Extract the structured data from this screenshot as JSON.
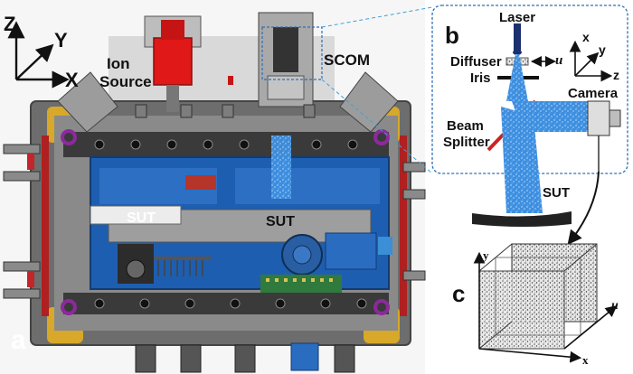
{
  "panels": {
    "a": "a",
    "b": "b",
    "c": "c"
  },
  "axes_a": {
    "z": "Z",
    "y": "Y",
    "x": "X"
  },
  "labels_a": {
    "ion_source_line1": "Ion",
    "ion_source_line2": "Source",
    "scom": "SCOM",
    "sut_left": "SUT",
    "sut_center": "SUT"
  },
  "labels_b": {
    "laser": "Laser",
    "diffuser": "Diffuser",
    "u_arrow": "u",
    "iris": "Iris",
    "camera": "Camera",
    "beam_splitter_line1": "Beam",
    "beam_splitter_line2": "Splitter",
    "sut": "SUT",
    "axis_x": "x",
    "axis_y": "y",
    "axis_z": "z"
  },
  "axes_c": {
    "y": "y",
    "u": "u",
    "x": "x"
  },
  "colors": {
    "panel_b_border": "#2e6fb5",
    "beam_blue": "#3d8fe0",
    "splitter_red": "#cc2222",
    "ion_source_red": "#e01818",
    "stage_blue": "#1e5eb0",
    "cable_purple": "#8b2a9a"
  }
}
